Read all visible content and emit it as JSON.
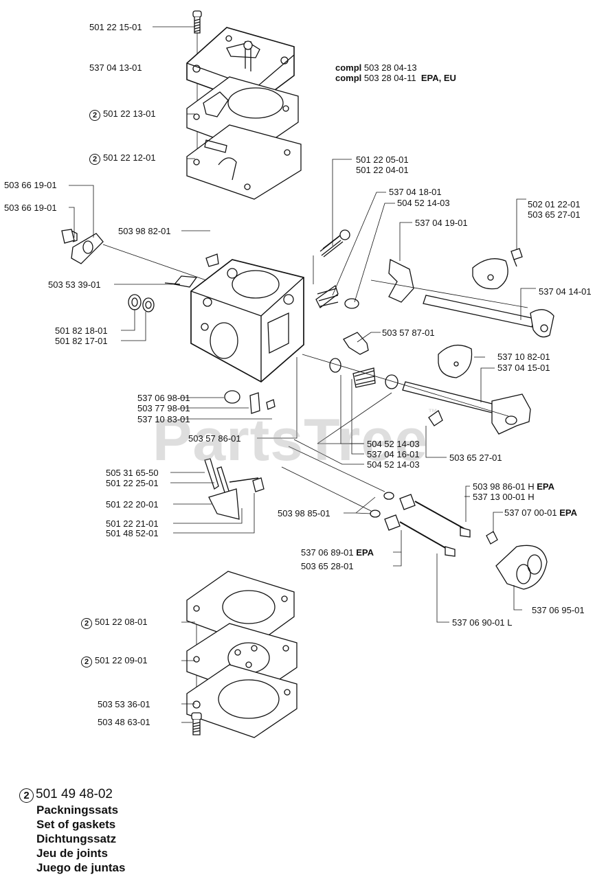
{
  "watermark": {
    "text": "PartsTree",
    "mark": "™"
  },
  "assembly_numbers": [
    {
      "prefix": "compl",
      "number": "503 28 04-13",
      "suffix": ""
    },
    {
      "prefix": "compl",
      "number": "503 28 04-11",
      "suffix": "EPA, EU"
    }
  ],
  "part_labels": [
    {
      "text": "501 22 15-01"
    },
    {
      "text": "537 04 13-01"
    },
    {
      "text": "501 22 13-01",
      "marker": "2"
    },
    {
      "text": "501 22 12-01",
      "marker": "2"
    },
    {
      "text": "501 22 05-01"
    },
    {
      "text": "501 22 04-01"
    },
    {
      "text": "503 66 19-01"
    },
    {
      "text": "503 66 19-01"
    },
    {
      "text": "537 04 18-01"
    },
    {
      "text": "504 52 14-03"
    },
    {
      "text": "502 01 22-01"
    },
    {
      "text": "503 65 27-01"
    },
    {
      "text": "537 04 19-01"
    },
    {
      "text": "503 98 82-01"
    },
    {
      "text": "503 53 39-01"
    },
    {
      "text": "537 04 14-01"
    },
    {
      "text": "501 82 18-01"
    },
    {
      "text": "501 82 17-01"
    },
    {
      "text": "503 57 87-01"
    },
    {
      "text": "537 10 82-01"
    },
    {
      "text": "537 04 15-01"
    },
    {
      "text": "537 06 98-01"
    },
    {
      "text": "503 77 98-01"
    },
    {
      "text": "537 10 83-01"
    },
    {
      "text": "503 57 86-01"
    },
    {
      "text": "504 52 14-03"
    },
    {
      "text": "537 04 16-01"
    },
    {
      "text": "503 65 27-01"
    },
    {
      "text": "504 52 14-03"
    },
    {
      "text": "505 31 65-50"
    },
    {
      "text": "501 22 25-01"
    },
    {
      "text": "501 22 20-01"
    },
    {
      "text": "501 22 21-01"
    },
    {
      "text": "501 48 52-01"
    },
    {
      "text": "503 98 86-01 H",
      "suffix": "EPA"
    },
    {
      "text": "537 13 00-01 H"
    },
    {
      "text": "503 98 85-01"
    },
    {
      "text": "537 07 00-01",
      "suffix": "EPA"
    },
    {
      "text": "537 06 89-01",
      "suffix": "EPA"
    },
    {
      "text": "503 65 28-01"
    },
    {
      "text": "537 06 95-01"
    },
    {
      "text": "537 06 90-01 L"
    },
    {
      "text": "501 22 08-01",
      "marker": "2"
    },
    {
      "text": "501 22 09-01",
      "marker": "2"
    },
    {
      "text": "503 53 36-01"
    },
    {
      "text": "503 48 63-01"
    }
  ],
  "gasket_kit": {
    "marker": "2",
    "number": "501 49 48-02",
    "descriptions": [
      "Packningssats",
      "Set of gaskets",
      "Dichtungssatz",
      "Jeu de joints",
      "Juego de juntas"
    ]
  }
}
